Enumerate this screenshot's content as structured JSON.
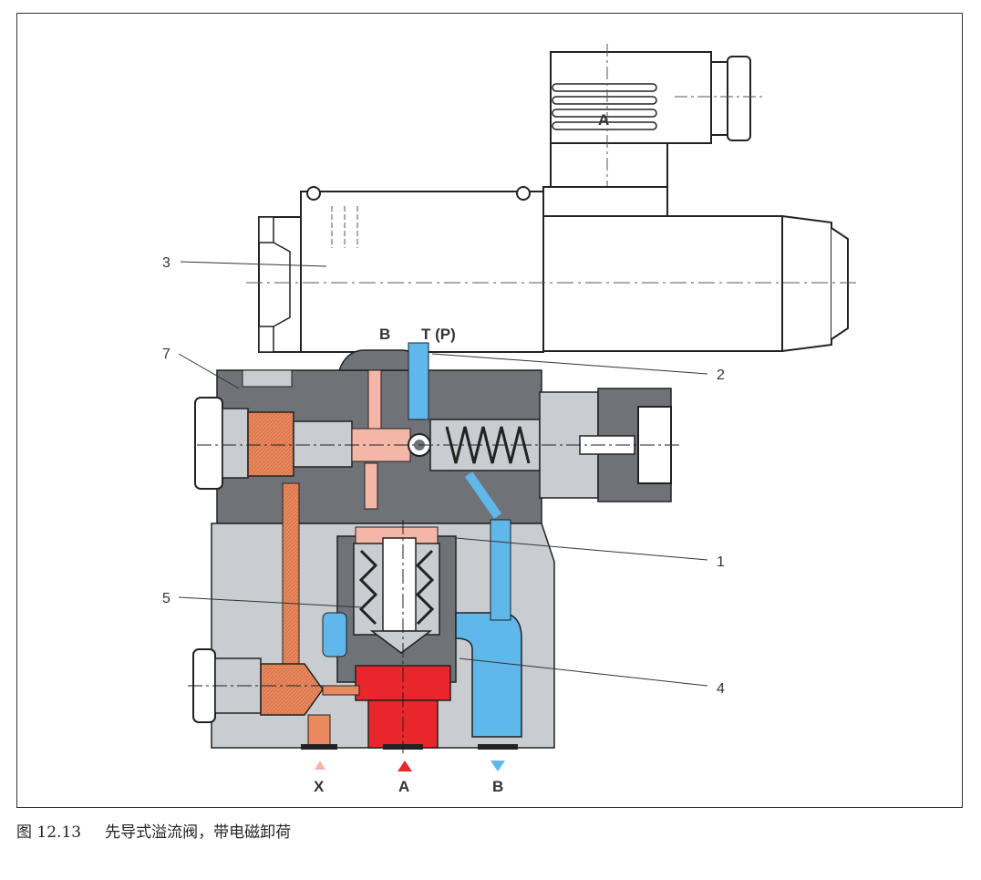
{
  "figure": {
    "caption_number": "图 12.13",
    "caption_text": "先导式溢流阀，带电磁卸荷"
  },
  "callouts": {
    "c1": "1",
    "c2": "2",
    "c3": "3",
    "c4": "4",
    "c5": "5",
    "c7": "7"
  },
  "ports": {
    "x": "X",
    "a": "A",
    "b": "B",
    "top_b": "B",
    "top_t": "T (P)",
    "connector_a": "A"
  },
  "colors": {
    "body_dark": "#6f7378",
    "body_light": "#c9ccd0",
    "solenoid": "#ffffff",
    "pressure_red": "#e8262b",
    "pilot_orange": "#e9895f",
    "tank_blue": "#5fb7ea",
    "pink": "#f3b6a7"
  }
}
